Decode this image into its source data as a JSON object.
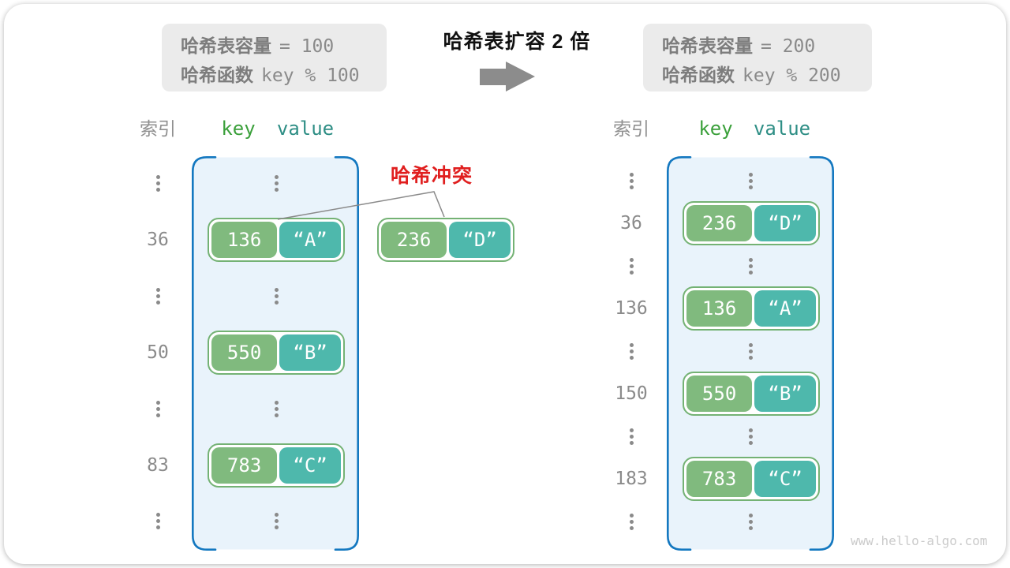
{
  "header": {
    "left_box": {
      "capacity_label": "哈希表容量",
      "capacity_value": "= 100",
      "hash_label": "哈希函数",
      "hash_value": "key % 100"
    },
    "title": "哈希表扩容 2 倍",
    "right_box": {
      "capacity_label": "哈希表容量",
      "capacity_value": "= 200",
      "hash_label": "哈希函数",
      "hash_value": "key % 200"
    }
  },
  "columns": {
    "index": "索引",
    "key": "key",
    "value": "value"
  },
  "conflict_label": "哈希冲突",
  "conflict_pair": {
    "key": "236",
    "value": "“D”"
  },
  "left_table": {
    "capacity": "100",
    "rows": [
      {
        "index": "36",
        "key": "136",
        "value": "“A”"
      },
      {
        "index": "50",
        "key": "550",
        "value": "“B”"
      },
      {
        "index": "83",
        "key": "783",
        "value": "“C”"
      }
    ]
  },
  "right_table": {
    "capacity": "200",
    "rows": [
      {
        "index": "36",
        "key": "236",
        "value": "“D”"
      },
      {
        "index": "136",
        "key": "136",
        "value": "“A”"
      },
      {
        "index": "150",
        "key": "550",
        "value": "“B”"
      },
      {
        "index": "183",
        "key": "783",
        "value": "“C”"
      }
    ]
  },
  "watermark": "www.hello-algo.com",
  "colors": {
    "table_fill": "#e9f3fb",
    "table_border": "#1478c0",
    "key_green": "#80ba7e",
    "value_teal": "#4eb8ac",
    "pair_border": "#74b274",
    "conflict_red": "#e01e1e",
    "arrow_gray": "#8c8c8c",
    "box_gray": "#ebebeb"
  }
}
